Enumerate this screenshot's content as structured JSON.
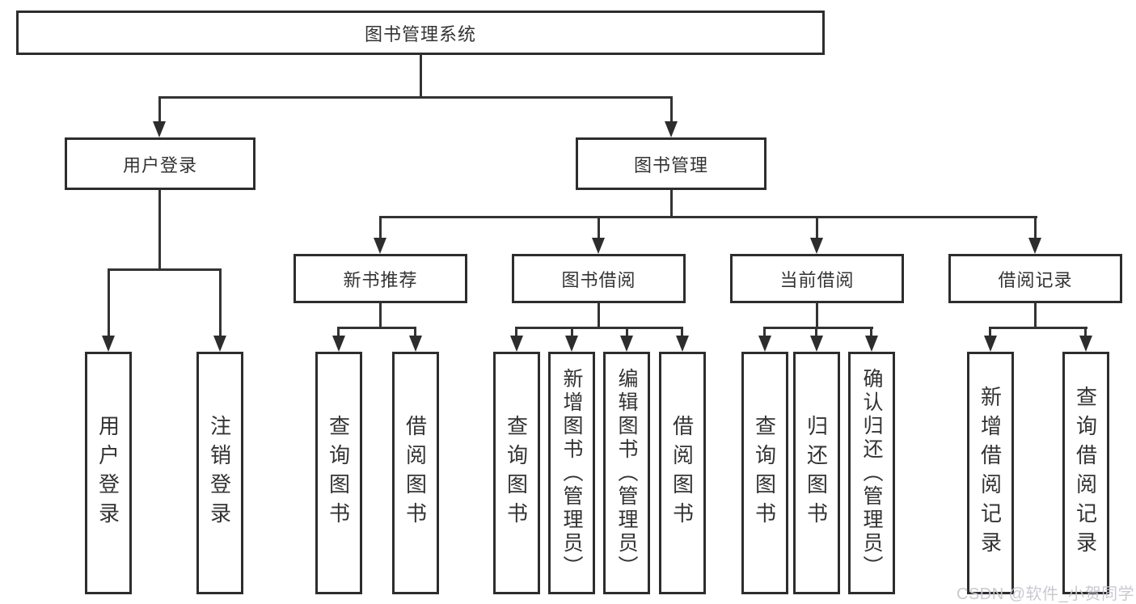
{
  "diagram": {
    "root": "图书管理系统",
    "branches": [
      {
        "label": "用户登录",
        "leaves": [
          "用户登录",
          "注销登录"
        ]
      },
      {
        "label": "图书管理",
        "groups": [
          {
            "label": "新书推荐",
            "leaves": [
              "查询图书",
              "借阅图书"
            ]
          },
          {
            "label": "图书借阅",
            "leaves": [
              "查询图书",
              "新增图书（管理员）",
              "编辑图书（管理员）",
              "借阅图书"
            ]
          },
          {
            "label": "当前借阅",
            "leaves": [
              "查询图书",
              "归还图书",
              "确认归还（管理员）"
            ]
          },
          {
            "label": "借阅记录",
            "leaves": [
              "新增借阅记录",
              "查询借阅记录"
            ]
          }
        ]
      }
    ]
  },
  "colors": {
    "line": "#333333",
    "border": "#2d2d2d",
    "text": "#333333",
    "watermark": "#c6c6ce"
  },
  "watermark": "CSDN @软件_小贺同学"
}
